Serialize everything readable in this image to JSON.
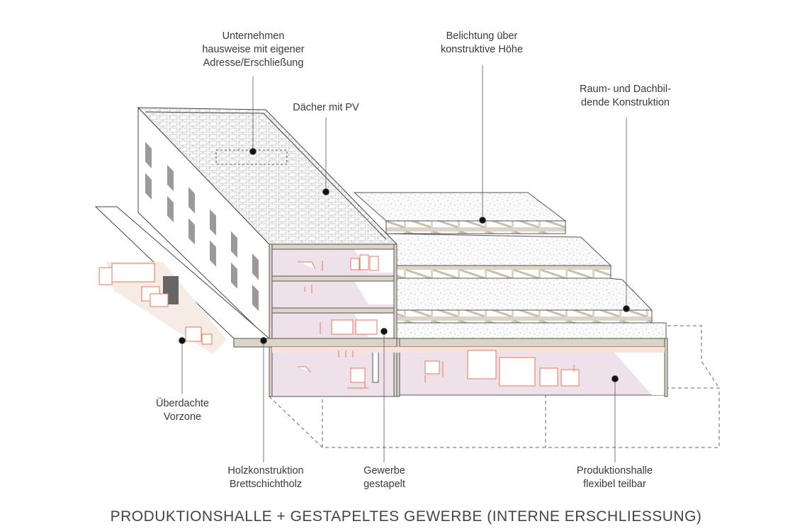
{
  "labels": {
    "unternehmen": [
      "Unternehmen",
      "hausweise mit eigener",
      "Adresse/Erschließung"
    ],
    "belichtung": [
      "Belichtung über",
      "konstruktive Höhe"
    ],
    "daecher": [
      "Dächer mit PV"
    ],
    "raum": [
      "Raum- und Dachbil-",
      "dende Konstruktion"
    ],
    "vorzone": [
      "Überdachte",
      "Vorzone"
    ],
    "holz": [
      "Holzkonstruktion",
      "Brettschichtholz"
    ],
    "gewerbe": [
      "Gewerbe",
      "gestapelt"
    ],
    "halle": [
      "Produktionshalle",
      "flexibel teilbar"
    ]
  },
  "caption": "PRODUKTIONSHALLE + GESTAPELTES GEWERBE (INTERNE ERSCHLIESSUNG)",
  "colors": {
    "beam": "#dcd4c6",
    "floor": "#efe1ea",
    "accent": "#e8765a",
    "line": "#555555"
  }
}
